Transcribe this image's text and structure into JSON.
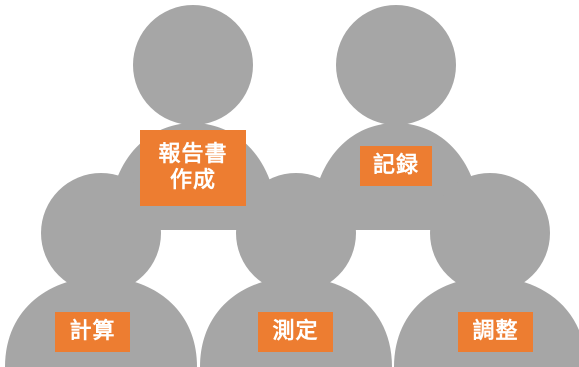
{
  "colors": {
    "figure": "#a6a6a6",
    "tag": "#ed7d31",
    "tag_text": "#ffffff"
  },
  "tags": {
    "report_line1": "報告書",
    "report_line2": "作成",
    "record": "記録",
    "calc": "計算",
    "measure": "測定",
    "adjust": "調整"
  }
}
